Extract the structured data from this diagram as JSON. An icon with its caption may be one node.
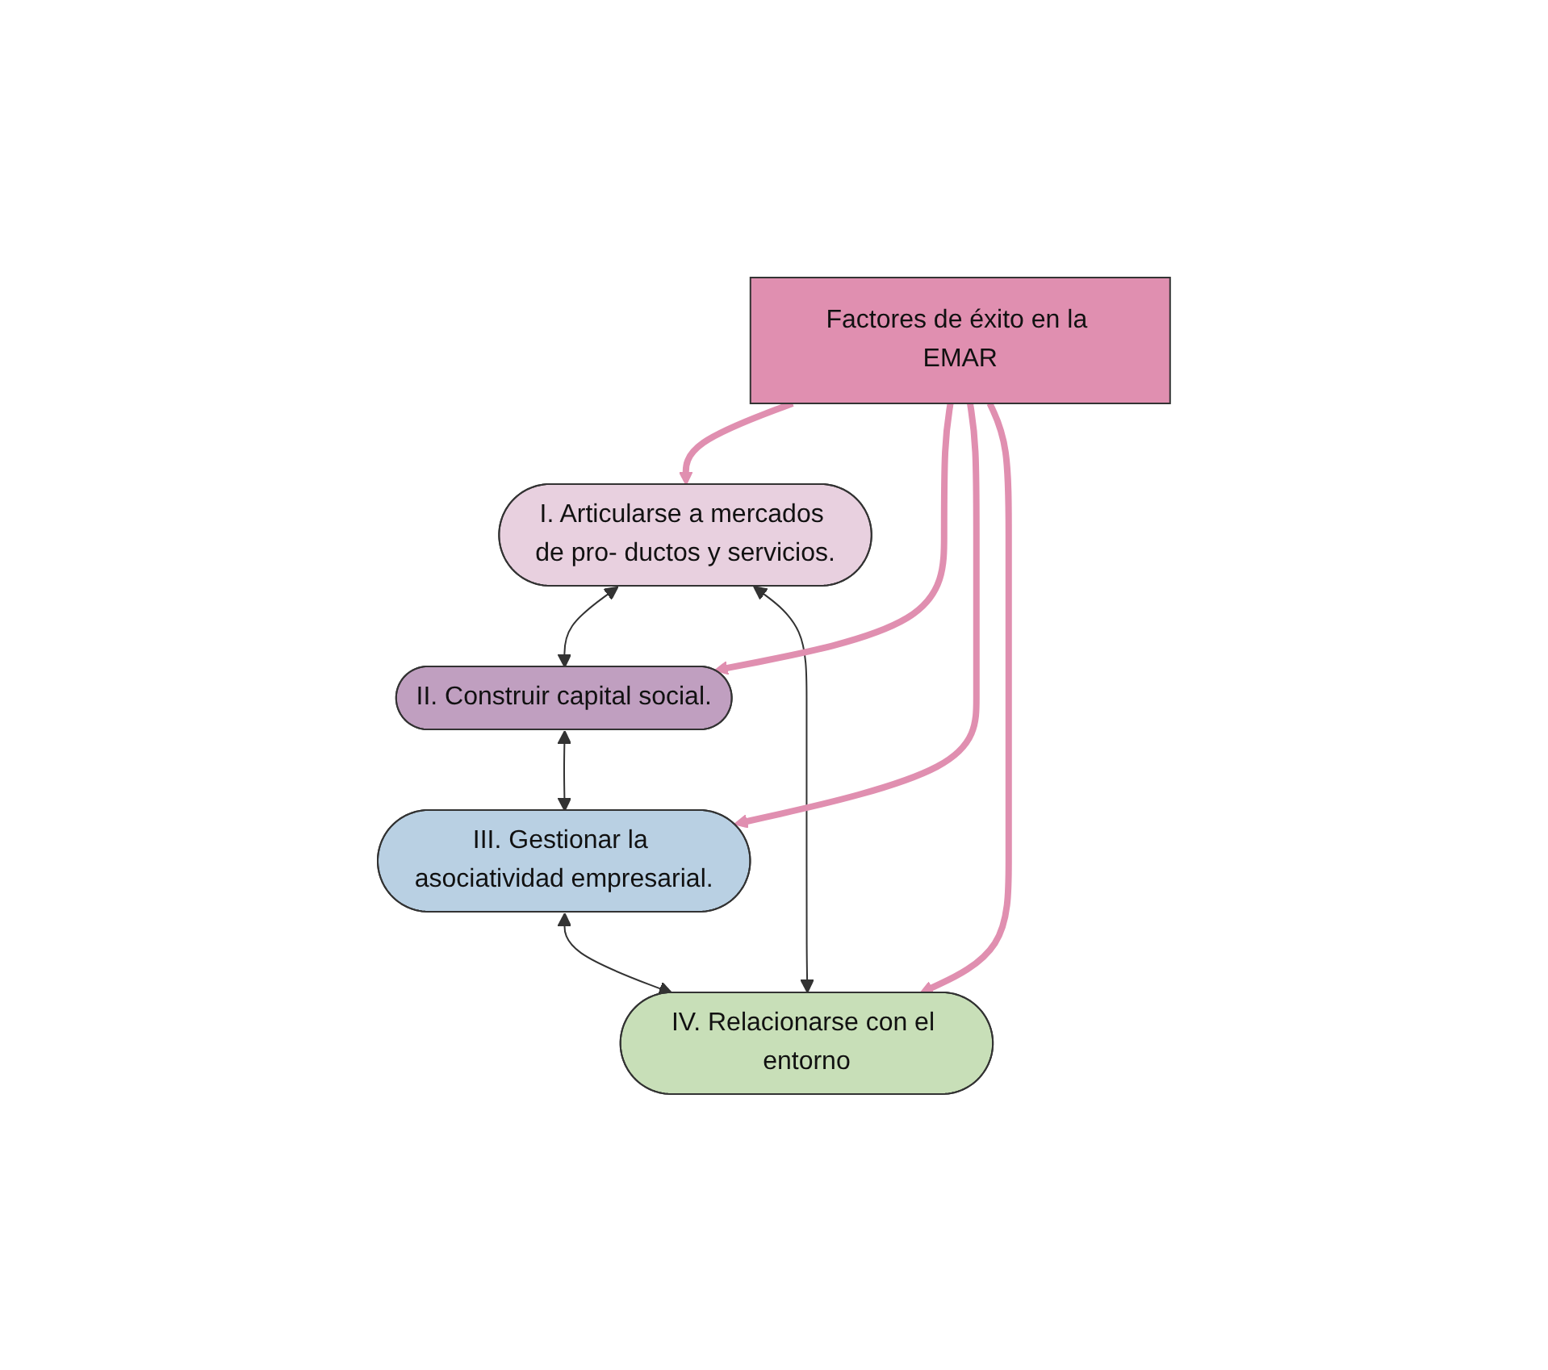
{
  "diagram": {
    "nodes": [
      {
        "text": [
          "I. Articularse a mercados de pro- ductos y servicios."
        ]
      },
      {
        "text": [
          "II. Construir capital social."
        ]
      },
      {
        "text": [
          "III. Gestionar la asociatividad empresarial."
        ]
      },
      {
        "text": [
          "IV. Relacionarse con el entorno"
        ]
      },
      {
        "text": [
          "Factores de éxito en la EMAR"
        ]
      }
    ],
    "edges": [
      {
        "from": 0,
        "to": 1,
        "arrow": "both"
      },
      {
        "from": 1,
        "to": 2,
        "arrow": "both"
      },
      {
        "from": 2,
        "to": 3,
        "arrow": "both"
      },
      {
        "from": 3,
        "to": 0,
        "arrow": "both"
      },
      {
        "from": 4,
        "to": 0,
        "arrow": "to",
        "style": "thick",
        "color": "#e08fb0"
      },
      {
        "from": 4,
        "to": 1,
        "arrow": "to",
        "style": "thick",
        "color": "#e08fb0"
      },
      {
        "from": 4,
        "to": 2,
        "arrow": "to",
        "style": "thick",
        "color": "#e08fb0"
      },
      {
        "from": 4,
        "to": 3,
        "arrow": "to",
        "style": "thick",
        "color": "#e08fb0"
      }
    ]
  }
}
